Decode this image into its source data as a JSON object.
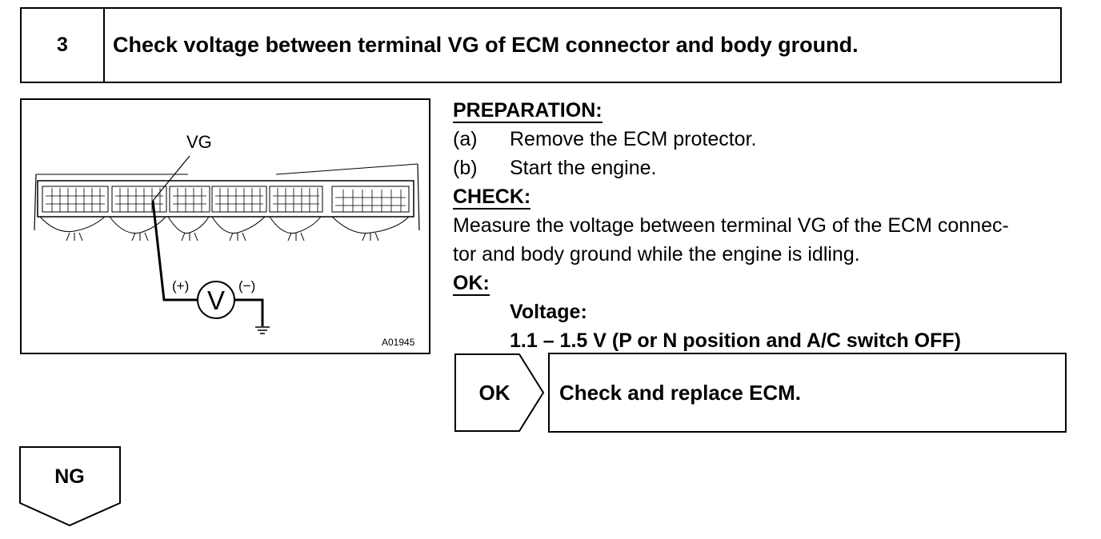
{
  "header": {
    "step_number": "3",
    "title": "Check voltage between terminal VG of ECM connector and body ground."
  },
  "illustration": {
    "terminal_label": "VG",
    "plus_label": "(+)",
    "minus_label": "(−)",
    "meter_symbol": "V",
    "figure_code": "A01945"
  },
  "preparation": {
    "heading": "PREPARATION:",
    "steps": [
      {
        "label": "(a)",
        "text": "Remove the ECM protector."
      },
      {
        "label": "(b)",
        "text": "Start the engine."
      }
    ]
  },
  "check": {
    "heading": "CHECK:",
    "line1": "Measure the voltage between terminal VG of the ECM connec-",
    "line2": "tor and body ground while the engine is idling."
  },
  "ok": {
    "heading": "OK:",
    "voltage_label": "Voltage:",
    "voltage_spec": "1.1 – 1.5 V (P or N position and A/C switch OFF)"
  },
  "ok_result": {
    "arrow_label": "OK",
    "action": "Check and replace ECM."
  },
  "ng": {
    "arrow_label": "NG"
  }
}
